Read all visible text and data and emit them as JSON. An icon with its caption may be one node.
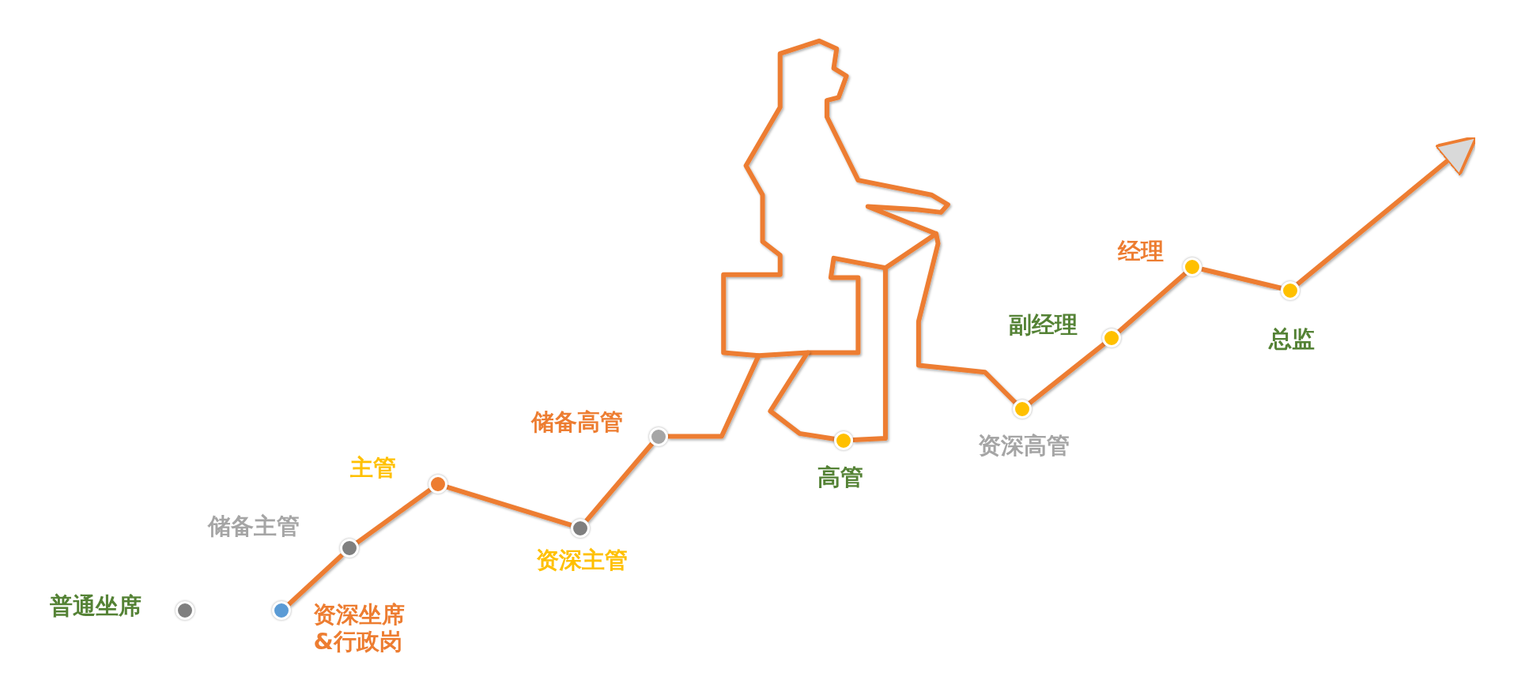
{
  "diagram": {
    "nodes": [
      {
        "text": [
          "普通坐席"
        ]
      },
      {
        "text": [
          "资深坐席&行政岗"
        ]
      },
      {
        "text": [
          "储备主管"
        ]
      },
      {
        "text": [
          "主管"
        ]
      },
      {
        "text": [
          "资深主管"
        ]
      },
      {
        "text": [
          "储备高管"
        ]
      },
      {
        "text": [
          "高管"
        ]
      },
      {
        "text": [
          "资深高管"
        ]
      },
      {
        "text": [
          "副经理"
        ]
      },
      {
        "text": [
          "经理"
        ]
      },
      {
        "text": [
          "总监"
        ]
      }
    ],
    "edges": [
      {
        "from": 0,
        "to": 1,
        "arrow": "none"
      },
      {
        "from": 1,
        "to": 2,
        "arrow": "none"
      },
      {
        "from": 2,
        "to": 3,
        "arrow": "none"
      },
      {
        "from": 3,
        "to": 4,
        "arrow": "none"
      },
      {
        "from": 4,
        "to": 5,
        "arrow": "none"
      },
      {
        "from": 5,
        "to": 6,
        "arrow": "none"
      },
      {
        "from": 6,
        "to": 7,
        "arrow": "none"
      },
      {
        "from": 7,
        "to": 8,
        "arrow": "none"
      },
      {
        "from": 8,
        "to": 9,
        "arrow": "none"
      },
      {
        "from": 9,
        "to": 10,
        "arrow": "none"
      },
      {
        "from": 10,
        "to": null,
        "arrow": "to"
      }
    ]
  }
}
